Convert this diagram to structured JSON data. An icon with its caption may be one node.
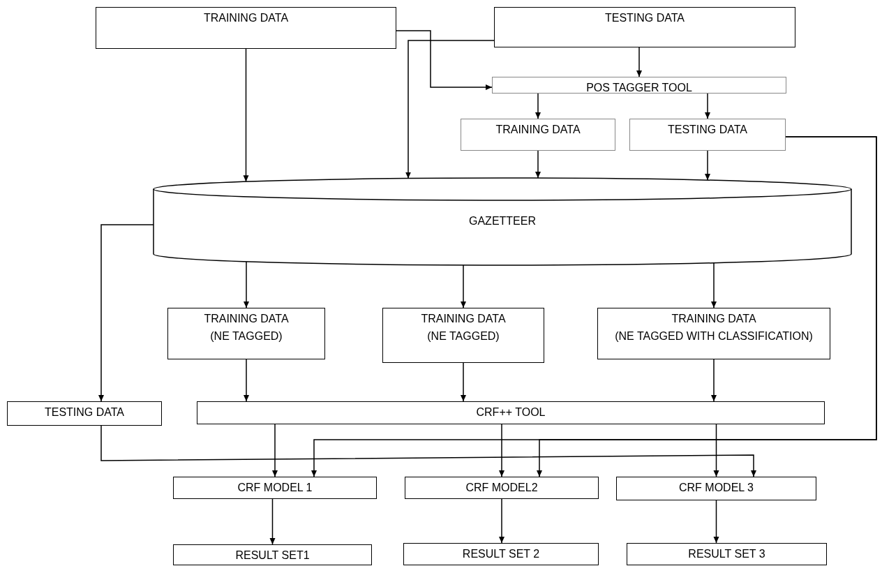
{
  "diagram": {
    "nodes": [
      {
        "text": [
          "TRAINING DATA"
        ]
      },
      {
        "text": [
          "TESTING DATA"
        ]
      },
      {
        "text": [
          "POS TAGGER TOOL"
        ]
      },
      {
        "text": [
          "TRAINING DATA"
        ]
      },
      {
        "text": [
          "TESTING DATA"
        ]
      },
      {
        "text": [
          "GAZETTEER"
        ]
      },
      {
        "text": [
          "TRAINING DATA",
          "(NE TAGGED)"
        ]
      },
      {
        "text": [
          "TRAINING DATA",
          "(NE TAGGED)"
        ]
      },
      {
        "text": [
          "TRAINING DATA",
          "(NE TAGGED WITH CLASSIFICATION)"
        ]
      },
      {
        "text": [
          "TESTING DATA"
        ]
      },
      {
        "text": [
          "CRF++ TOOL"
        ]
      },
      {
        "text": [
          "CRF MODEL 1"
        ]
      },
      {
        "text": [
          "CRF MODEL2"
        ]
      },
      {
        "text": [
          "CRF MODEL 3"
        ]
      },
      {
        "text": [
          "RESULT SET1"
        ]
      },
      {
        "text": [
          "RESULT SET 2"
        ]
      },
      {
        "text": [
          "RESULT SET 3"
        ]
      }
    ],
    "edges": [
      {
        "from": 0,
        "to": 5,
        "arrow": "to"
      },
      {
        "from": 0,
        "to": 2,
        "arrow": "to"
      },
      {
        "from": 1,
        "to": 5,
        "arrow": "to"
      },
      {
        "from": 1,
        "to": 2,
        "arrow": "to"
      },
      {
        "from": 2,
        "to": 3,
        "arrow": "to"
      },
      {
        "from": 2,
        "to": 4,
        "arrow": "to"
      },
      {
        "from": 3,
        "to": 5,
        "arrow": "to"
      },
      {
        "from": 4,
        "to": 5,
        "arrow": "to"
      },
      {
        "from": 4,
        "to": 11,
        "arrow": "to"
      },
      {
        "from": 4,
        "to": 12,
        "arrow": "to"
      },
      {
        "from": 5,
        "to": 9,
        "arrow": "to"
      },
      {
        "from": 5,
        "to": 6,
        "arrow": "to"
      },
      {
        "from": 5,
        "to": 7,
        "arrow": "to"
      },
      {
        "from": 5,
        "to": 8,
        "arrow": "to"
      },
      {
        "from": 6,
        "to": 10,
        "arrow": "to"
      },
      {
        "from": 7,
        "to": 10,
        "arrow": "to"
      },
      {
        "from": 8,
        "to": 10,
        "arrow": "to"
      },
      {
        "from": 10,
        "to": 11,
        "arrow": "to"
      },
      {
        "from": 10,
        "to": 12,
        "arrow": "to"
      },
      {
        "from": 10,
        "to": 13,
        "arrow": "to"
      },
      {
        "from": 9,
        "to": 13,
        "arrow": "to"
      },
      {
        "from": 11,
        "to": 14,
        "arrow": "to"
      },
      {
        "from": 12,
        "to": 15,
        "arrow": "to"
      },
      {
        "from": 13,
        "to": 16,
        "arrow": "to"
      }
    ]
  }
}
